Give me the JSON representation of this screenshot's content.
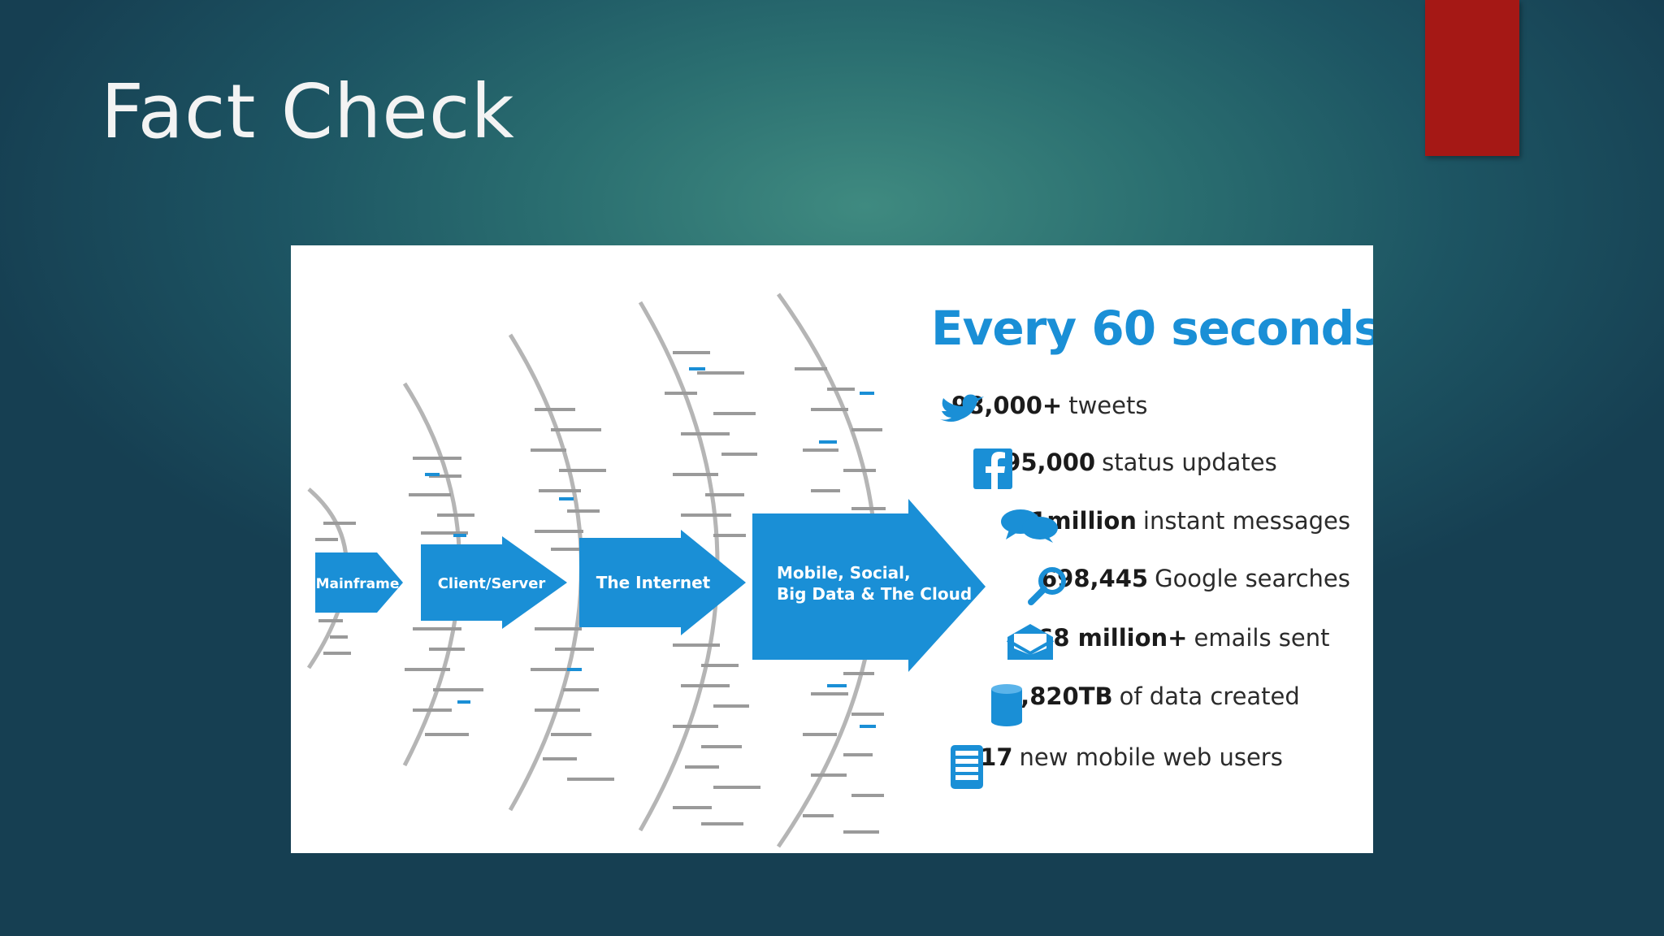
{
  "slide": {
    "title": "Fact Check",
    "accent_color": "#a51815"
  },
  "infographic": {
    "headline": "Every 60 seconds",
    "brand_color": "#1a8fd6",
    "eras": [
      {
        "label": "Mainframe"
      },
      {
        "label": "Client/Server"
      },
      {
        "label": "The Internet"
      },
      {
        "label_line1": "Mobile, Social,",
        "label_line2": "Big Data & The Cloud"
      }
    ],
    "stats": [
      {
        "icon": "twitter-bird-icon",
        "number": "98,000+",
        "label": "tweets"
      },
      {
        "icon": "facebook-icon",
        "number": "695,000",
        "label": "status updates"
      },
      {
        "icon": "chat-bubbles-icon",
        "number": "11million",
        "label": "instant messages"
      },
      {
        "icon": "magnifier-icon",
        "number": "698,445",
        "label": "Google searches"
      },
      {
        "icon": "envelope-icon",
        "number": "168 million+",
        "label": "emails sent"
      },
      {
        "icon": "database-icon",
        "number": "1,820TB",
        "label": "of data created"
      },
      {
        "icon": "mobile-device-icon",
        "number": "217",
        "label": "new mobile web users"
      }
    ]
  }
}
